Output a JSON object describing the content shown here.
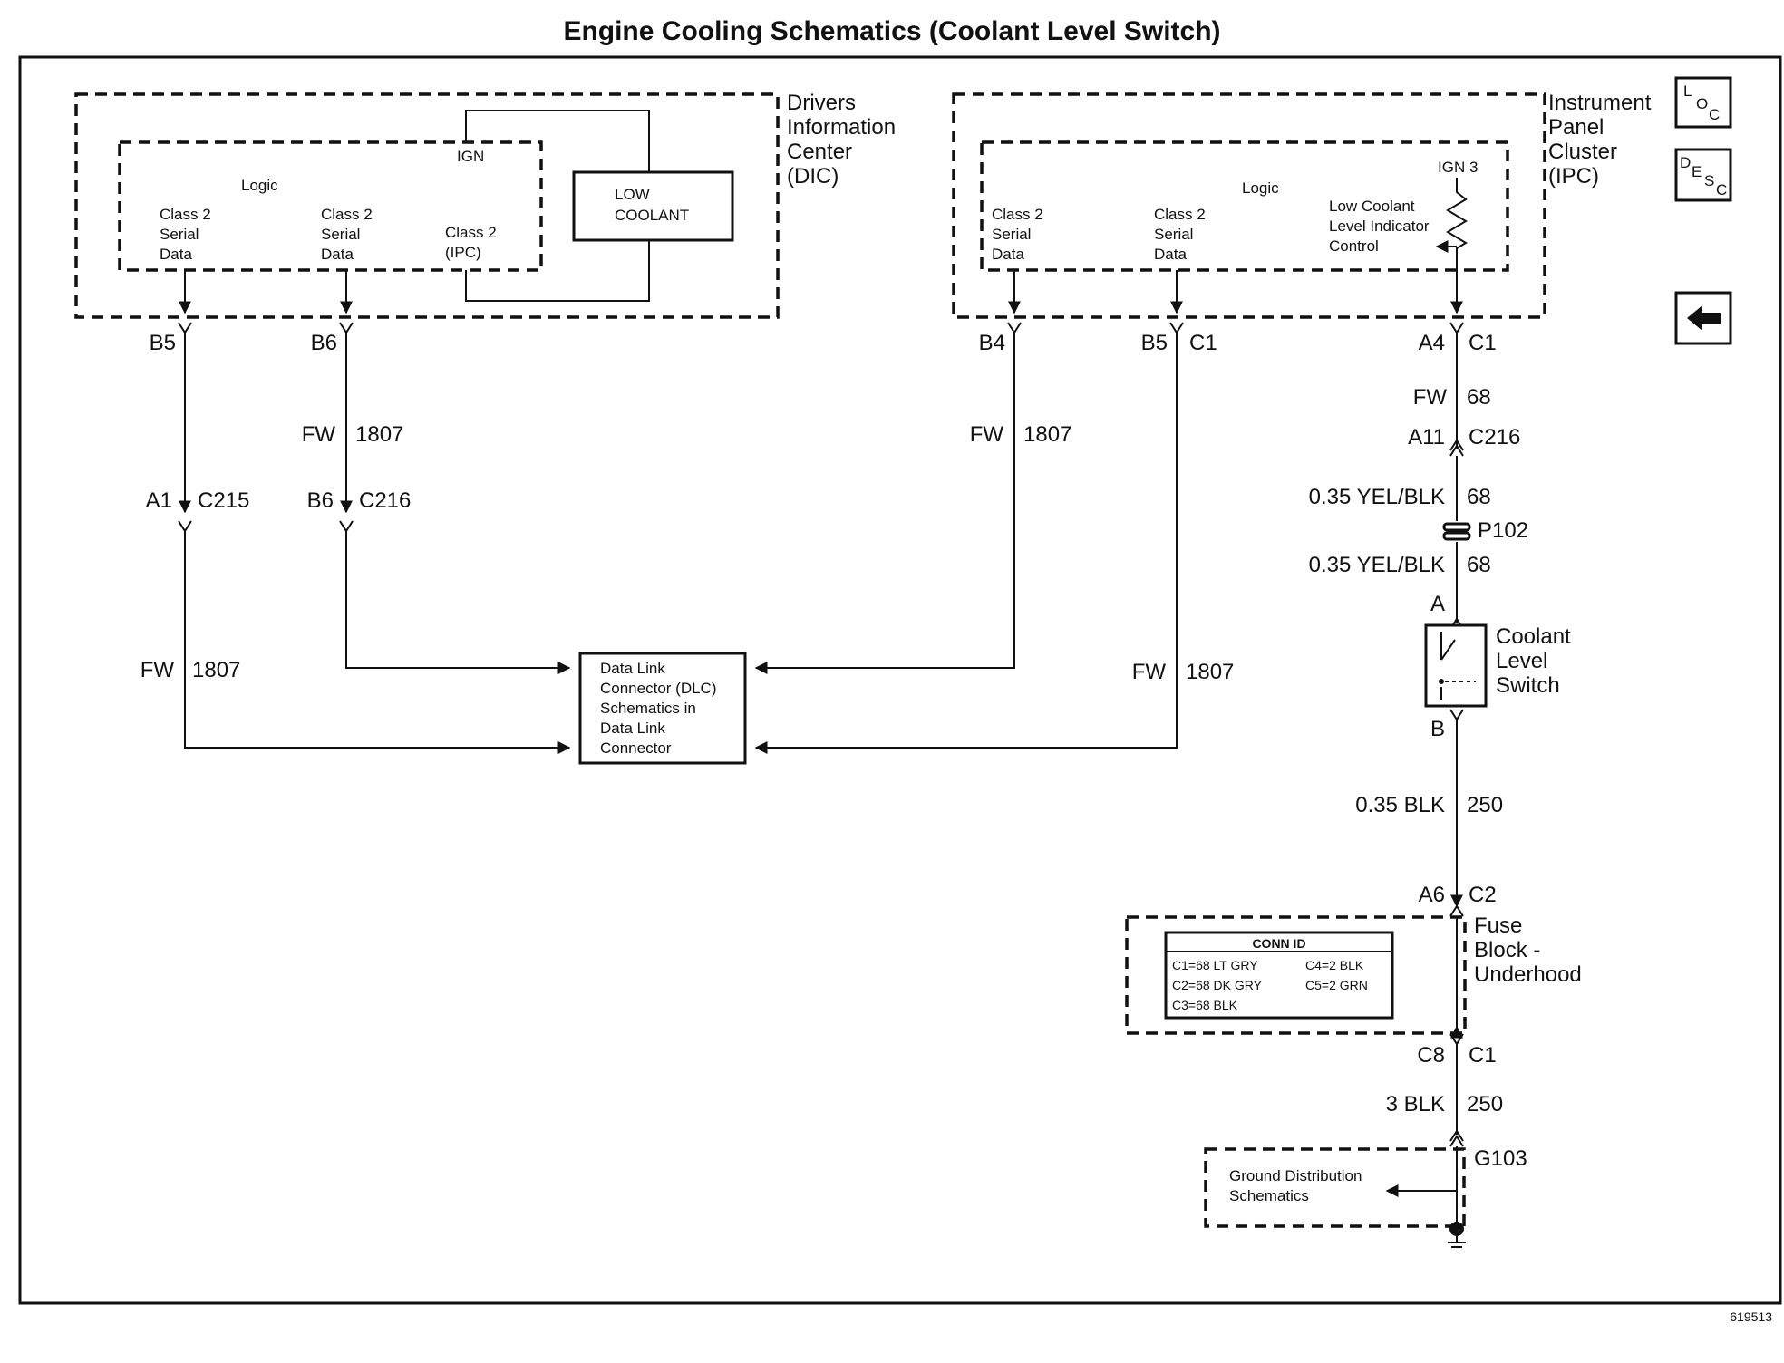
{
  "title": "Engine Cooling Schematics (Coolant Level Switch)",
  "figure_number": "619513",
  "nav": {
    "loc": [
      "L",
      "O",
      "C"
    ],
    "desc": [
      "D",
      "E",
      "S",
      "C"
    ],
    "back_icon": "left-arrow-icon"
  },
  "dic": {
    "name_lines": [
      "Drivers",
      "Information",
      "Center",
      "(DIC)"
    ],
    "logic_label": "Logic",
    "ign_label": "IGN",
    "col1_lines": [
      "Class 2",
      "Serial",
      "Data"
    ],
    "col2_lines": [
      "Class 2",
      "Serial",
      "Data"
    ],
    "col3_lines": [
      "Class 2",
      "(IPC)"
    ],
    "low_coolant_lines": [
      "LOW",
      "COOLANT"
    ],
    "pin_left": "B5",
    "pin_right": "B6"
  },
  "ipc": {
    "name_lines": [
      "Instrument",
      "Panel",
      "Cluster",
      "(IPC)"
    ],
    "logic_label": "Logic",
    "col1_lines": [
      "Class 2",
      "Serial",
      "Data"
    ],
    "col2_lines": [
      "Class 2",
      "Serial",
      "Data"
    ],
    "indicator_lines": [
      "Low Coolant",
      "Level Indicator",
      "Control"
    ],
    "ign3_label": "IGN 3",
    "pin_b4": "B4",
    "pin_b5": "B5",
    "conn_b5": "C1",
    "pin_a4": "A4",
    "conn_a4": "C1"
  },
  "wires": {
    "w_b6_upper": {
      "color": "FW",
      "circuit": "1807"
    },
    "w_ipc_b4": {
      "color": "FW",
      "circuit": "1807"
    },
    "w_ipc_b5": {
      "color": "FW",
      "circuit": "1807"
    },
    "w_dic_lower": {
      "color": "FW",
      "circuit": "1807"
    },
    "w_ipc_a4": {
      "color": "FW",
      "circuit": "68"
    },
    "w_p102_upper": {
      "color": "0.35 YEL/BLK",
      "circuit": "68"
    },
    "w_p102_lower": {
      "color": "0.35 YEL/BLK",
      "circuit": "68"
    },
    "w_switch_ground": {
      "color": "0.35 BLK",
      "circuit": "250"
    },
    "w_fuse_ground": {
      "color": "3 BLK",
      "circuit": "250"
    }
  },
  "connectors": {
    "c215": {
      "pin": "A1",
      "name": "C215"
    },
    "c216_dic": {
      "pin": "B6",
      "name": "C216"
    },
    "c216_ipc": {
      "pin": "A11",
      "name": "C216"
    },
    "p102": "P102",
    "switch_a": "A",
    "switch_b": "B",
    "fuse_c2": {
      "pin": "A6",
      "name": "C2"
    },
    "fuse_c1": {
      "pin": "C8",
      "name": "C1"
    }
  },
  "dlc": {
    "lines": [
      "Data Link",
      "Connector (DLC)",
      "Schematics in",
      "Data Link",
      "Connector"
    ]
  },
  "coolant_switch": {
    "name_lines": [
      "Coolant",
      "Level",
      "Switch"
    ]
  },
  "fuse_block": {
    "name_lines": [
      "Fuse",
      "Block -",
      "Underhood"
    ],
    "conn_id_title": "CONN ID",
    "conn_id_rows": [
      [
        "C1=68 LT GRY",
        "C4=2 BLK"
      ],
      [
        "C2=68 DK GRY",
        "C5=2 GRN"
      ],
      [
        "C3=68 BLK",
        ""
      ]
    ]
  },
  "ground": {
    "label_lines": [
      "Ground Distribution",
      "Schematics"
    ],
    "name": "G103"
  }
}
